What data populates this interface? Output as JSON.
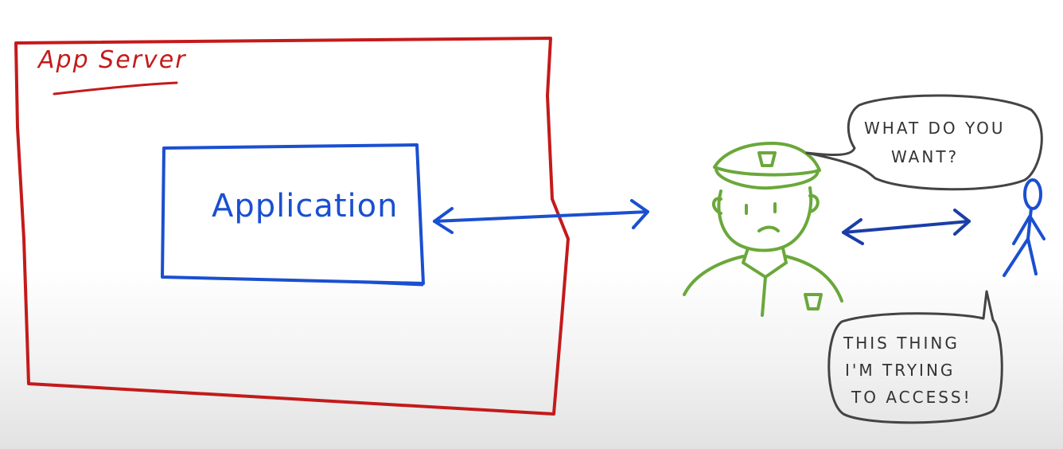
{
  "diagram": {
    "app_server_label": "App Server",
    "application_label": "Application",
    "guard_speech": {
      "line1": "WHAT DO YOU",
      "line2": "WANT?"
    },
    "user_speech": {
      "line1": "THIS THING",
      "line2": "I'M TRYING",
      "line3": "TO ACCESS!"
    }
  },
  "colors": {
    "server": "#c41a1a",
    "application": "#1a4fd0",
    "guard": "#6aa83a",
    "user": "#1a4fd0",
    "bubble": "#444444"
  },
  "icons": [
    "security-guard-icon",
    "stick-figure-user-icon"
  ]
}
